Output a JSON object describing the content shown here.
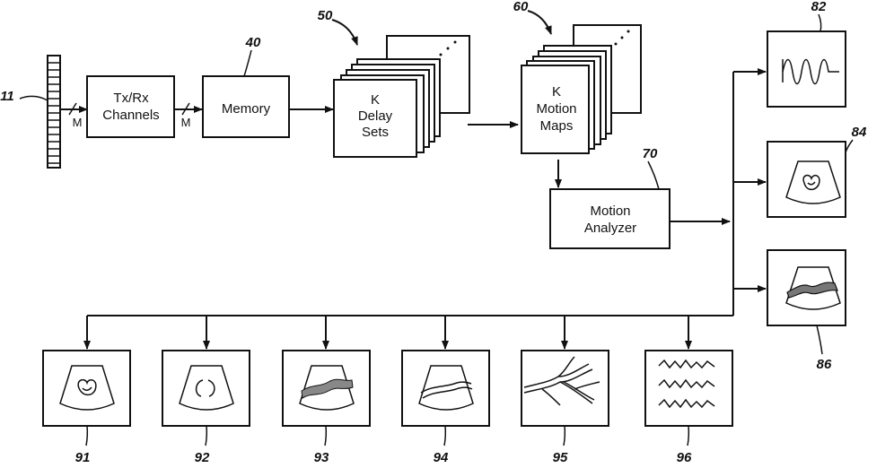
{
  "labels": {
    "array": "11",
    "m1": "M",
    "m2": "M",
    "txrx_line1": "Tx/Rx",
    "txrx_line2": "Channels",
    "memory_ref": "40",
    "memory": "Memory",
    "delay_ref": "50",
    "delay_line1": "K",
    "delay_line2": "Delay",
    "delay_line3": "Sets",
    "motion_ref": "60",
    "motion_line1": "K",
    "motion_line2": "Motion",
    "motion_line3": "Maps",
    "analyzer_ref": "70",
    "analyzer_line1": "Motion",
    "analyzer_line2": "Analyzer",
    "out82": "82",
    "out84": "84",
    "out86": "86",
    "out91": "91",
    "out92": "92",
    "out93": "93",
    "out94": "94",
    "out95": "95",
    "out96": "96"
  }
}
